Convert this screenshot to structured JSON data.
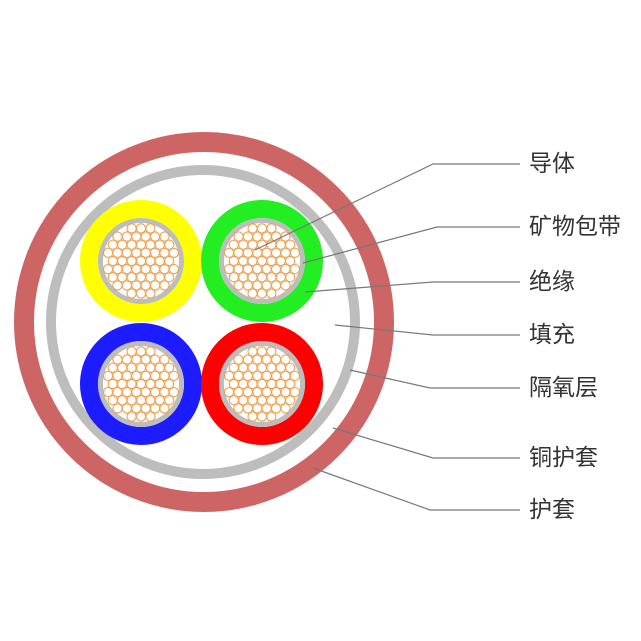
{
  "labels": [
    "导体",
    "矿物包带",
    "绝缘",
    "填充",
    "隔氧层",
    "铜护套",
    "护套"
  ],
  "colors": {
    "jacket": "#cd6565",
    "copper_sheath": "#bdbdbd",
    "mineral_tape": "#bdbdbd",
    "strand": "#f0a04e",
    "leader": "#777777",
    "cores": [
      "#ffff00",
      "#22ee22",
      "#1c1cff",
      "#ff0000"
    ]
  }
}
